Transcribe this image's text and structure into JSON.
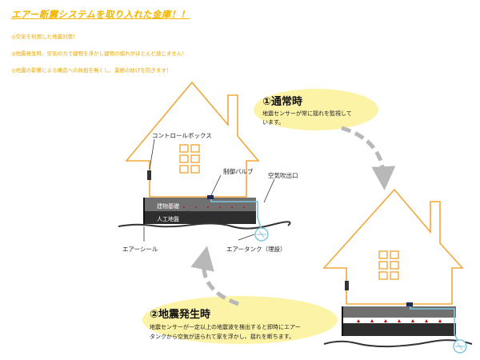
{
  "header": {
    "title": "エアー断震システムを取り入れた金庫！！",
    "bullets": [
      "◎空気を利用した地震対策！",
      "◎地震発生時、空気の力で建物を浮かし建物の揺れがほとんど感じません！",
      "◎地震の影響による構造への負担を無くし、業務の妨げを防ぎます！"
    ]
  },
  "labels": {
    "control_box": "コントロールボックス",
    "control_valve": "制御バルブ",
    "air_outlet": "空気吹出口",
    "building_foundation": "建物基礎",
    "artificial_ground": "人工地盤",
    "air_seal": "エアーシール",
    "air_tank": "エアータンク（埋設）"
  },
  "steps": {
    "normal": {
      "title": "①通常時",
      "line1": "地震センサーが常に揺れを監視して",
      "line2": "います。"
    },
    "quake": {
      "title": "②地震発生時",
      "line1": "地震センサーが一定以上の地震波を検出すると即時にエアー",
      "line2": "タンクから空気が送られて家を浮かし、揺れを断ちます。"
    }
  },
  "colors": {
    "house_outline": "#f2a73b",
    "title_color": "#f2b500",
    "highlight": "#fdf3a6",
    "arrow": "#b8b8b8",
    "pipe": "#7cc6dd",
    "foundation": "#555555"
  }
}
